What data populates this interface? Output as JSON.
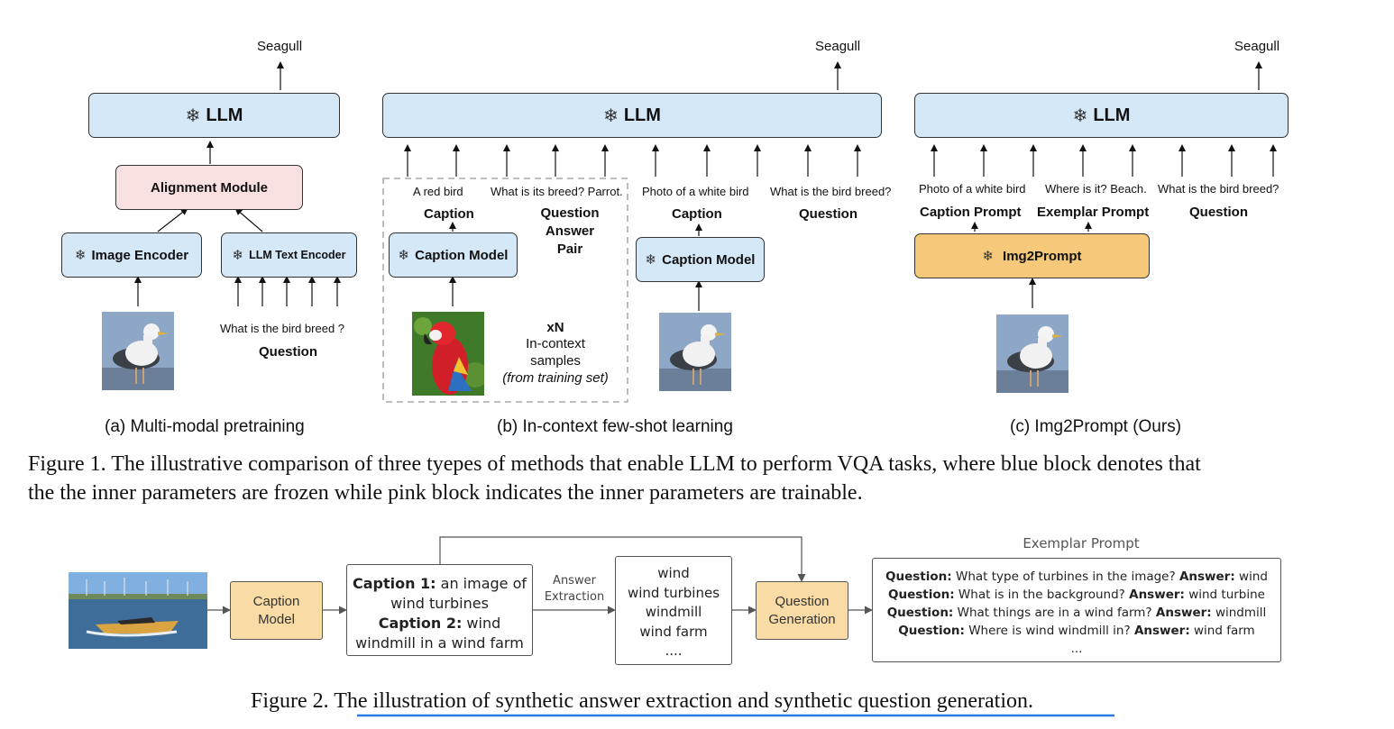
{
  "figure1": {
    "panel_a": {
      "output": "Seagull",
      "llm": "LLM",
      "alignment": "Alignment Module",
      "image_encoder": "Image Encoder",
      "text_encoder": "LLM Text Encoder",
      "question_text": "What  is  the  bird  breed ?",
      "question_label": "Question",
      "subcaption": "(a)  Multi-modal pretraining"
    },
    "panel_b": {
      "output": "Seagull",
      "llm": "LLM",
      "red_bird": "A red bird",
      "breed_q": "What is its breed? Parrot.",
      "caption_label": "Caption",
      "qa_label_1": "Question",
      "qa_label_2": "Answer",
      "qa_label_3": "Pair",
      "caption_model_1": "Caption Model",
      "xn": "xN",
      "incontext_1": "In-context",
      "incontext_2": "samples",
      "incontext_3": "(from training set)",
      "white_bird": "Photo of a white bird",
      "bird_breed_q": "What is the bird breed?",
      "caption_label_2": "Caption",
      "question_label": "Question",
      "caption_model_2": "Caption Model",
      "subcaption": "(b) In-context few-shot learning"
    },
    "panel_c": {
      "output": "Seagull",
      "llm": "LLM",
      "white_bird": "Photo of a white bird",
      "where_q": "Where is it? Beach.",
      "breed_q": "What is the bird breed?",
      "caption_prompt": "Caption Prompt",
      "exemplar_prompt": "Exemplar Prompt",
      "question_label": "Question",
      "img2prompt": "Img2Prompt",
      "subcaption": "(c) Img2Prompt (Ours)"
    },
    "caption_line1": "Figure 1.  The illustrative comparison of three tyepes of methods that enable LLM to perform VQA tasks, where blue block denotes that",
    "caption_line2": "the the inner parameters are frozen while pink block indicates the inner parameters are trainable."
  },
  "figure2": {
    "caption_model_1": "Caption",
    "caption_model_2": "Model",
    "cap1_label": "Caption 1:",
    "cap1_text_a": " an image of",
    "cap1_text_b": "wind turbines",
    "cap2_label": "Caption 2:",
    "cap2_text_a": " wind",
    "cap2_text_b": "windmill in a wind farm",
    "answer_extraction_1": "Answer",
    "answer_extraction_2": "Extraction",
    "answers": [
      "wind",
      "wind turbines",
      "windmill",
      "wind farm",
      "...."
    ],
    "qgen_1": "Question",
    "qgen_2": "Generation",
    "exemplar_title": "Exemplar Prompt",
    "qa": [
      {
        "q_label": "Question:",
        "q": " What type of turbines in the image? ",
        "a_label": "Answer:",
        "a": " wind"
      },
      {
        "q_label": "Question:",
        "q": " What is in the background? ",
        "a_label": "Answer:",
        "a": " wind turbine"
      },
      {
        "q_label": "Question:",
        "q": " What things are in a wind farm? ",
        "a_label": "Answer:",
        "a": " windmill"
      },
      {
        "q_label": "Question:",
        "q": " Where is wind  windmill in? ",
        "a_label": "Answer:",
        "a": " wind farm"
      }
    ],
    "ellipsis": "...",
    "caption": "Figure 2.  The illustration of synthetic answer extraction and synthetic question generation."
  },
  "colors": {
    "frozen_blue": "#d5e8f8",
    "trainable_pink": "#f9e1e1",
    "img2prompt_orange": "#f5c979",
    "fig2_tan": "#f9dca5",
    "underline_blue": "#2a7be4"
  },
  "icons": [
    "snowflake-icon",
    "arrow-up-icon",
    "seagull-image",
    "parrot-image",
    "speedboat-image"
  ]
}
